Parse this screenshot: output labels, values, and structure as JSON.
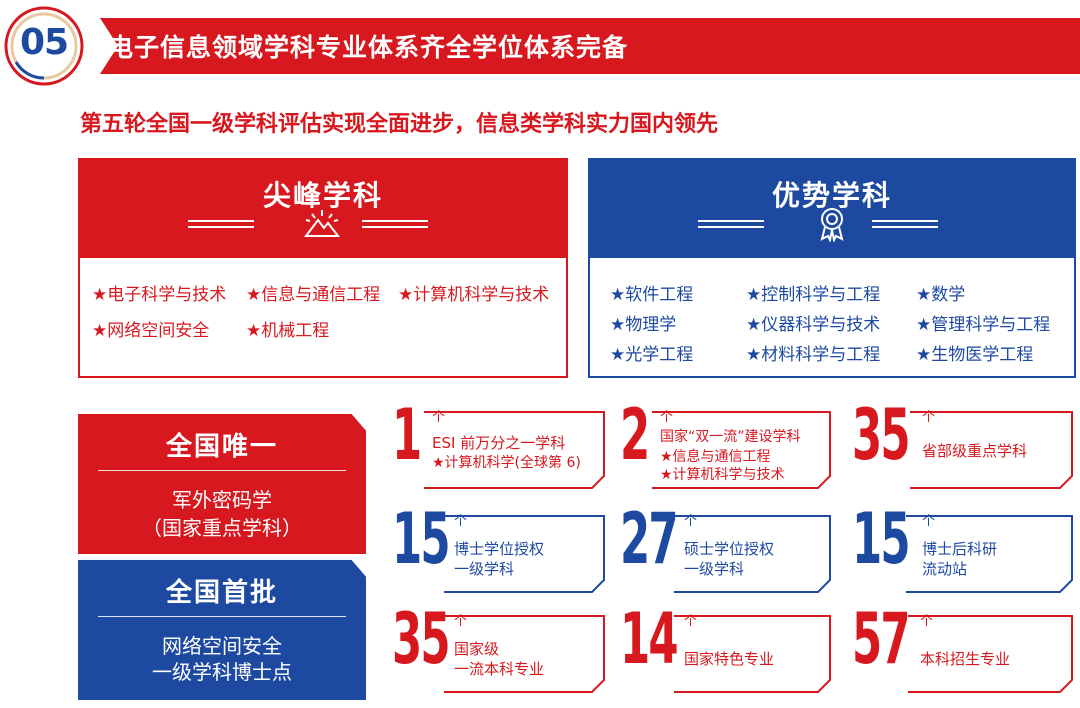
{
  "header": {
    "badge_number": "05",
    "title": "电子信息领域学科专业体系齐全学位体系完备",
    "subtitle": "第五轮全国一级学科评估实现全面进步，信息类学科实力国内领先"
  },
  "peak_disciplines": {
    "title": "尖峰学科",
    "icon": "mountain-icon",
    "items": [
      "★电子科学与技术",
      "★信息与通信工程",
      "★计算机科学与技术",
      "★网络空间安全",
      "★机械工程"
    ]
  },
  "advantage_disciplines": {
    "title": "优势学科",
    "icon": "award-ribbon-icon",
    "items": [
      "★软件工程",
      "★控制科学与工程",
      "★数学",
      "★物理学",
      "★仪器科学与技术",
      "★管理科学与工程",
      "★光学工程",
      "★材料科学与工程",
      "★生物医学工程"
    ]
  },
  "national_only": {
    "heading": "全国唯一",
    "line1": "军外密码学",
    "line2": "（国家重点学科）"
  },
  "national_first": {
    "heading": "全国首批",
    "line1": "网络空间安全",
    "line2": "一级学科博士点"
  },
  "stats": [
    {
      "number": "1",
      "unit": "个",
      "desc": [
        "ESI 前万分之一学科",
        "★计算机科学(全球第 6)"
      ]
    },
    {
      "number": "2",
      "unit": "个",
      "desc": [
        "国家“双一流”建设学科",
        "★信息与通信工程",
        "★计算机科学与技术"
      ]
    },
    {
      "number": "35",
      "unit": "个",
      "desc": [
        "省部级重点学科"
      ]
    },
    {
      "number": "15",
      "unit": "个",
      "desc": [
        "博士学位授权",
        "一级学科"
      ]
    },
    {
      "number": "27",
      "unit": "个",
      "desc": [
        "硕士学位授权",
        "一级学科"
      ]
    },
    {
      "number": "15",
      "unit": "个",
      "desc": [
        "博士后科研",
        "流动站"
      ]
    },
    {
      "number": "35",
      "unit": "个",
      "desc": [
        "国家级",
        "一流本科专业"
      ]
    },
    {
      "number": "14",
      "unit": "个",
      "desc": [
        "国家特色专业"
      ]
    },
    {
      "number": "57",
      "unit": "个",
      "desc": [
        "本科招生专业"
      ]
    }
  ],
  "colors": {
    "red": "#d7181f",
    "blue": "#1d4aa0"
  }
}
